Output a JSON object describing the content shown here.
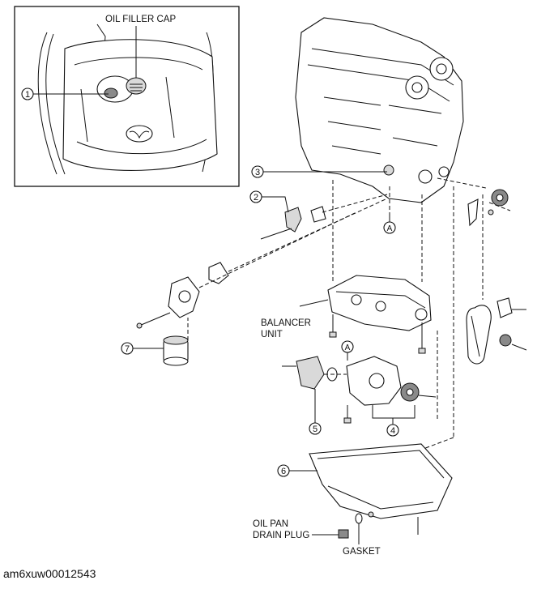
{
  "labels": {
    "oil_filler_cap": "OIL FILLER CAP",
    "balancer_unit_line1": "BALANCER",
    "balancer_unit_line2": "UNIT",
    "oil_pan_drain_plug_line1": "OIL PAN",
    "oil_pan_drain_plug_line2": "DRAIN PLUG",
    "gasket": "GASKET"
  },
  "callouts": [
    "1",
    "2",
    "3",
    "4",
    "5",
    "6",
    "7"
  ],
  "reference_marks": [
    "A",
    "A"
  ],
  "figure_id": "am6xuw00012543"
}
